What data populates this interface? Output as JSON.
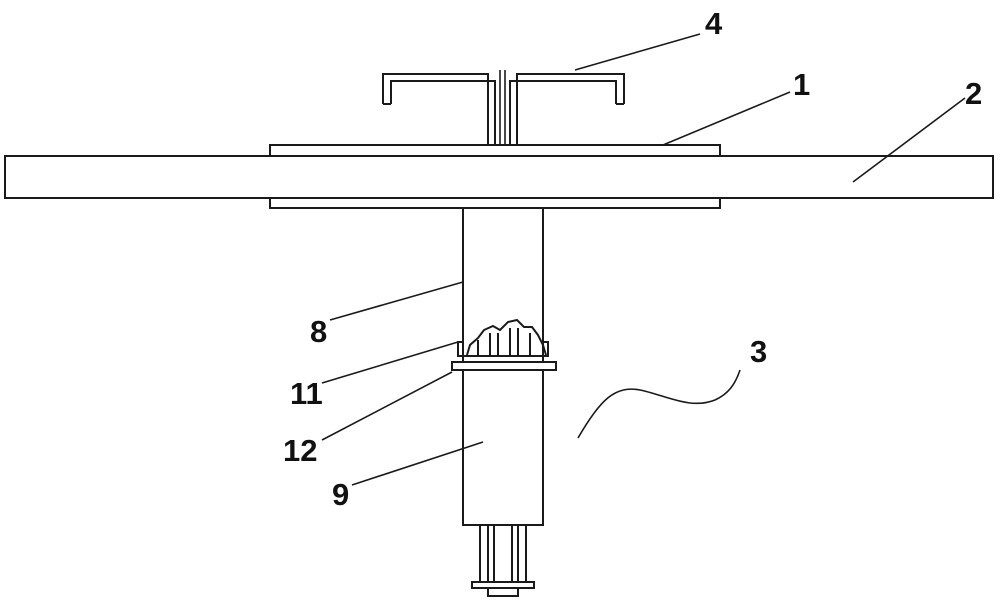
{
  "labels": {
    "l1": "1",
    "l2": "2",
    "l3": "3",
    "l4": "4",
    "l8": "8",
    "l9": "9",
    "l11": "11",
    "l12": "12"
  }
}
